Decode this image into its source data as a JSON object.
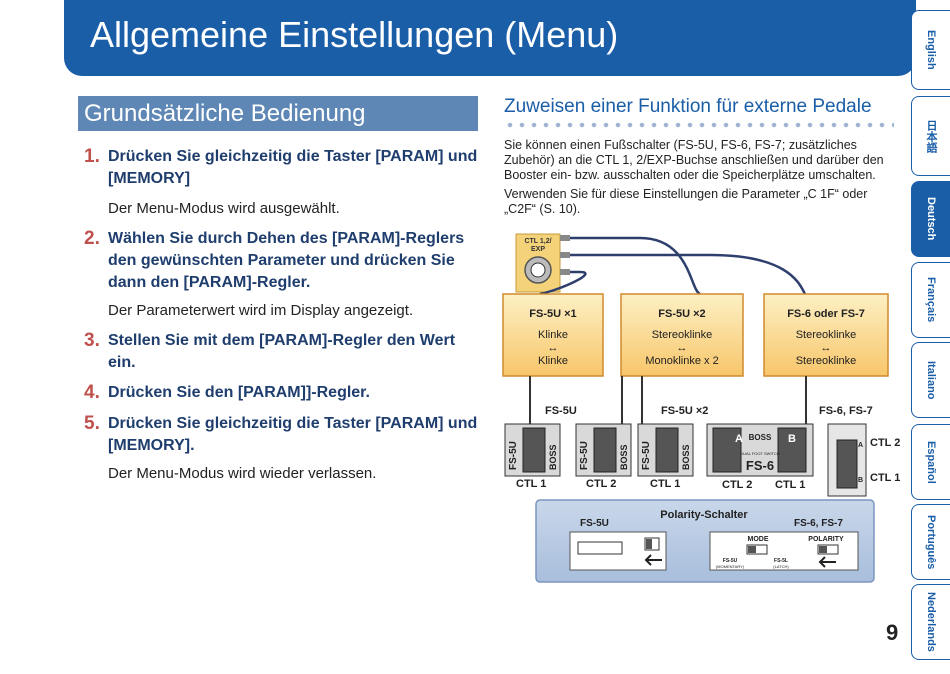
{
  "header": {
    "title": "Allgemeine Einstellungen (Menu)"
  },
  "side_tabs": [
    {
      "label": "English",
      "active": false
    },
    {
      "label": "日本語",
      "active": false
    },
    {
      "label": "Deutsch",
      "active": true
    },
    {
      "label": "Français",
      "active": false
    },
    {
      "label": "Italiano",
      "active": false
    },
    {
      "label": "Español",
      "active": false
    },
    {
      "label": "Português",
      "active": false
    },
    {
      "label": "Nederlands",
      "active": false
    }
  ],
  "page_number": "9",
  "left": {
    "heading": "Grundsätzliche Bedienung",
    "steps": [
      {
        "num": "1.",
        "text": "Drücken Sie gleichzeitig die Taster [PARAM] und [MEMORY]",
        "note": "Der Menu-Modus wird ausgewählt."
      },
      {
        "num": "2.",
        "text": "Wählen Sie durch Dehen des [PARAM]-Reglers den gewünschten Parameter und drücken Sie dann den [PARAM]-Regler.",
        "note": "Der Parameterwert wird im Display angezeigt."
      },
      {
        "num": "3.",
        "text": "Stellen Sie mit dem [PARAM]-Regler den Wert ein.",
        "note": ""
      },
      {
        "num": "4.",
        "text": "Drücken Sie den [PARAM]]-Regler.",
        "note": ""
      },
      {
        "num": "5.",
        "text": "Drücken Sie gleichzeitig die Taster [PARAM] und [MEMORY].",
        "note": "Der Menu-Modus wird wieder verlassen."
      }
    ]
  },
  "right": {
    "heading": "Zuweisen einer Funktion für externe Pedale",
    "para1": "Sie können einen Fußschalter (FS-5U, FS-6, FS-7; zusätzliches Zubehör) an die CTL 1, 2/EXP-Buchse anschließen und darüber den Booster ein- bzw. ausschalten oder die Speicherplätze umschalten.",
    "para2": "Verwenden Sie für diese Einstellungen die Parameter „C 1F“ oder „C2F“ (S. 10)."
  },
  "diagram": {
    "jack_label_1": "CTL 1,2/",
    "jack_label_2": "EXP",
    "boxes": [
      {
        "title": "FS-5U ×1",
        "line1": "Klinke",
        "arrow": "↔",
        "line2": "Klinke"
      },
      {
        "title": "FS-5U ×2",
        "line1": "Stereoklinke",
        "arrow": "↔",
        "line2": "Monoklinke x 2"
      },
      {
        "title": "FS-6 oder FS-7",
        "line1": "Stereoklinke",
        "arrow": "↔",
        "line2": "Stereoklinke"
      }
    ],
    "pedal_group_labels": [
      "FS-5U",
      "FS-5U ×2",
      "FS-6, FS-7"
    ],
    "ctl_labels": [
      "CTL 1",
      "CTL 2",
      "CTL 1",
      "CTL 2",
      "CTL 1"
    ],
    "fs7_labels": [
      "CTL 2",
      "CTL 1"
    ],
    "pedal_text": {
      "fs5u": "FS-5U",
      "boss": "BOSS",
      "fs6": "FS-6",
      "dual": "DUAL FOOT SWITCH",
      "a": "A",
      "b": "B"
    },
    "polarity": {
      "title": "Polarity-Schalter",
      "left_label": "FS-5U",
      "right_label": "FS-6, FS-7",
      "mode": "MODE",
      "polarity": "POLARITY",
      "momentary": "FS-5U",
      "momentary_sub": "(MOMENTARY)",
      "latch": "FS-5L",
      "latch_sub": "(LATCH)"
    }
  }
}
